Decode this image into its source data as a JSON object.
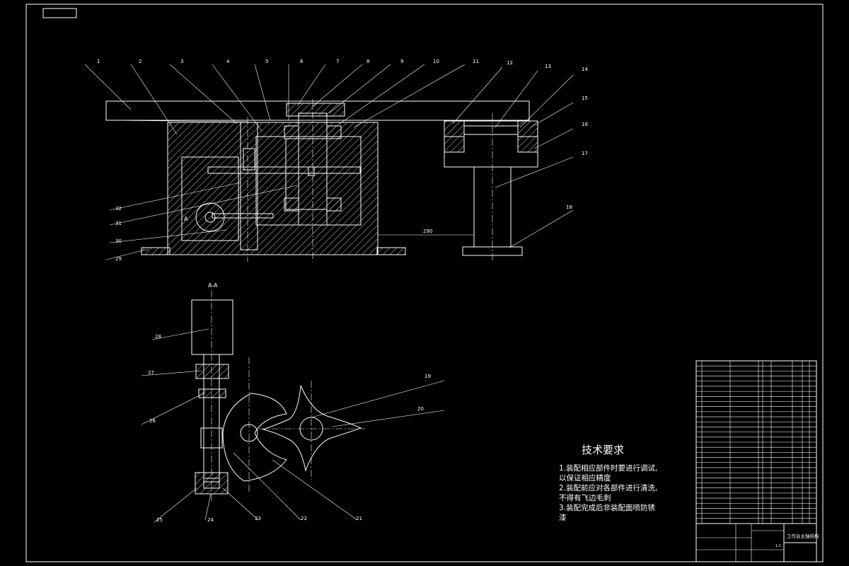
{
  "drawing": {
    "part_numbers_top": [
      "1",
      "2",
      "3",
      "4",
      "5",
      "6",
      "7",
      "8",
      "9",
      "10",
      "11",
      "12",
      "13",
      "14",
      "15",
      "16",
      "17",
      "18",
      "29",
      "30",
      "31",
      "32"
    ],
    "part_numbers_section": [
      "19",
      "20",
      "21",
      "22",
      "23",
      "24",
      "25",
      "26",
      "27",
      "28"
    ],
    "dimension_label": "290",
    "section_label": "A-A",
    "section_marker": "A"
  },
  "technical_requirements": {
    "title": "技术要求",
    "lines": [
      "1.装配相应部件时要进行调试,",
      "以保证相应精度",
      "2.装配前应对各部件进行清洗,",
      "不得有飞边毛刺",
      "3.装配完成后非装配面喷防锈",
      "漆"
    ]
  },
  "title_block": {
    "drawing_name": "工作台主轴结构",
    "scale": "1:1"
  }
}
